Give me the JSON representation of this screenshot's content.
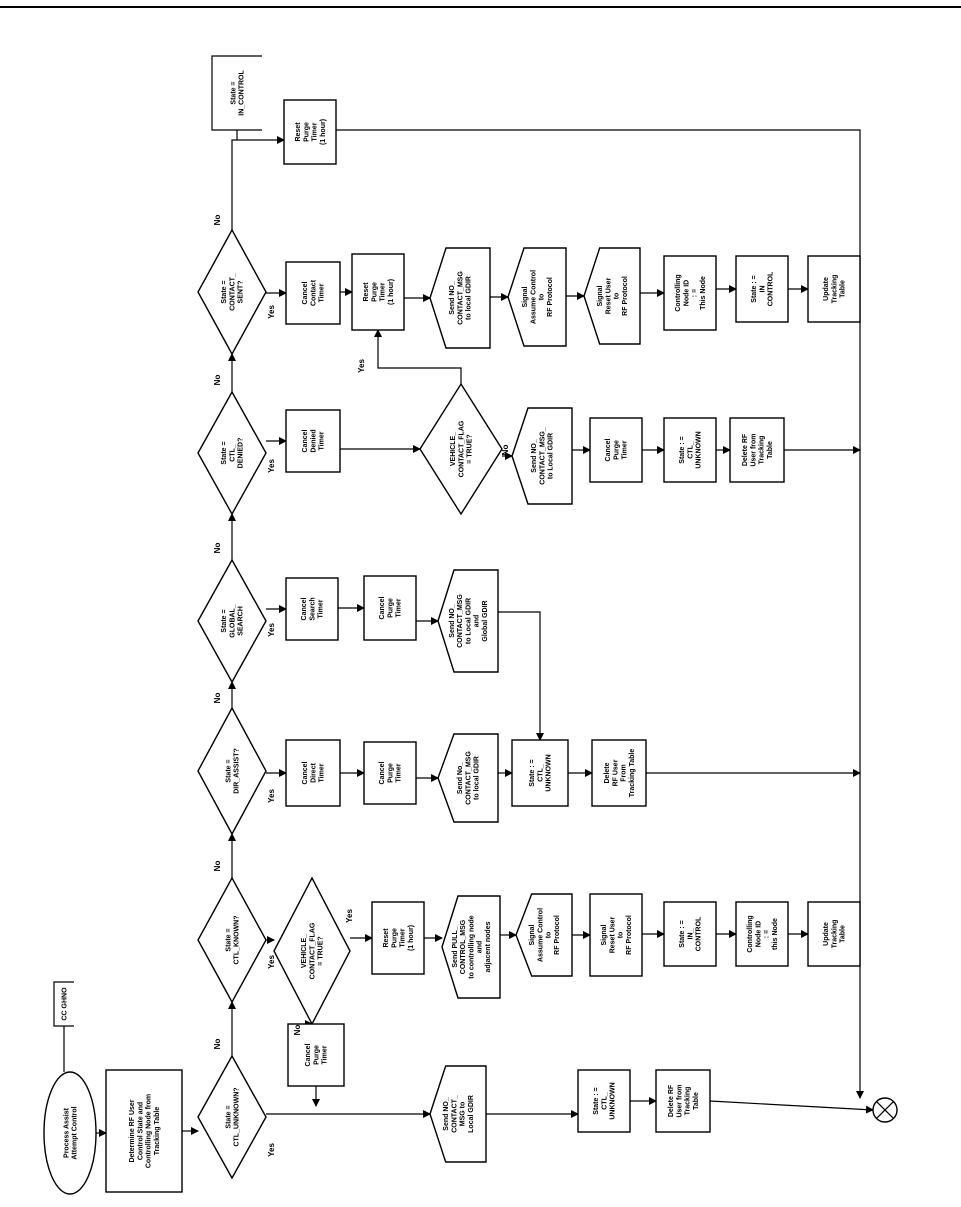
{
  "nodes": {
    "start": "Process Assist\nAttempt Control",
    "connector_ref": "CC GHNO",
    "determine": "Determine RF User\nControl State and\nControlling Node from\nTracking Table",
    "d_ctl_unknown": "State =\nCTL_UNKNOWN?",
    "cu_send": "Send NO_\nCONTACT_\nMSG to\nLocal GDIR",
    "cu_state": "State : =\nCTL_\nUNKNOWN",
    "cu_delete": "Delete RF\nUser from\nTracking\nTable",
    "d_ctl_known": "State =\nCTL_KNOWN?",
    "d_vehicle_1": "VEHICLE_\nCONTACT_FLAG\n= TRUE?",
    "ck_cancel_purge": "Cancel\nPurge\nTimer",
    "ck_reset_purge": "Reset\nPurge\nTimer\n(1 hour)",
    "ck_send_pull": "Send PULL_\nCONTROL_MSG\nto controlling node\nand\nadjacent nodes",
    "ck_signal_assume": "Signal\nAssume Control\nto\nRF Protocol",
    "ck_signal_reset": "Signal\nReset User\nto\nRF Protocol",
    "ck_state_in": "State : =\nIN_\nCONTROL",
    "ck_ctrl_node": "Controlling\nNode ID\n: =\nthis Node",
    "ck_update": "Update\nTracking\nTable",
    "d_dir_assist": "State =\nDIR_ASSIST?",
    "da_cancel_direct": "Cancel\nDirect\nTimer",
    "da_cancel_purge": "Cancel\nPurge\nTimer",
    "da_send": "Send No_\nCONTACT_MSG\nto local GDIR",
    "da_state": "State : =\nCTL_\nUNKNOWN",
    "da_delete": "Delete\nRF User\nFrom\nTracking Table",
    "d_global_search": "State =\nGLOBAL_\nSEARCH",
    "gs_cancel_search": "Cancel\nSearch\nTimer",
    "gs_cancel_purge": "Cancel\nPurge\nTimer",
    "gs_send": "Send NO_\nCONTACT_MSG\nto Local GDIR\nand\nGlobal GDIR",
    "d_ctl_denied": "State =\nCTL_\nDENIED?",
    "cd_cancel_denied": "Cancel\nDenied\nTimer",
    "d_vehicle_2": "VEHICLE_\nCONTACT_FLAG\n= TRUE?",
    "cd_send": "Send NO_\nCONTACT_MSG_\nto Local GDIR",
    "cd_cancel_purge": "Cancel\nPurge\nTimer",
    "cd_state": "State : =\nCTL_\nUNKNOWN",
    "cd_delete": "Delete RF\nUser from\nTracking\nTable",
    "d_contact_sent": "State =\nCONTACT_\nSENT?",
    "cs_cancel_contact": "Cancel\nContact\nTimer",
    "cs_reset_purge": "Reset\nPurge\nTimer\n(1 hour)",
    "cs_send": "Send NO_\nCONTACT_MSG\nto local GDIR",
    "cs_signal_assume": "Signal\nAssume Control\nto\nRF Protocol",
    "cs_signal_reset": "Signal\nReset User\nto\nRF Protocol",
    "cs_ctrl_node": "Controlling\nNode ID\n: =\nThis Node",
    "cs_state_in": "State : =\nIN\nCONTROL",
    "cs_update": "Update\nTracking\nTable",
    "ic_reset_purge": "Reset\nPurge\nTimer\n(1 hour)",
    "ic_state": "State =\nIN_CONTROL"
  },
  "labels": {
    "yes": "Yes",
    "no": "No"
  }
}
